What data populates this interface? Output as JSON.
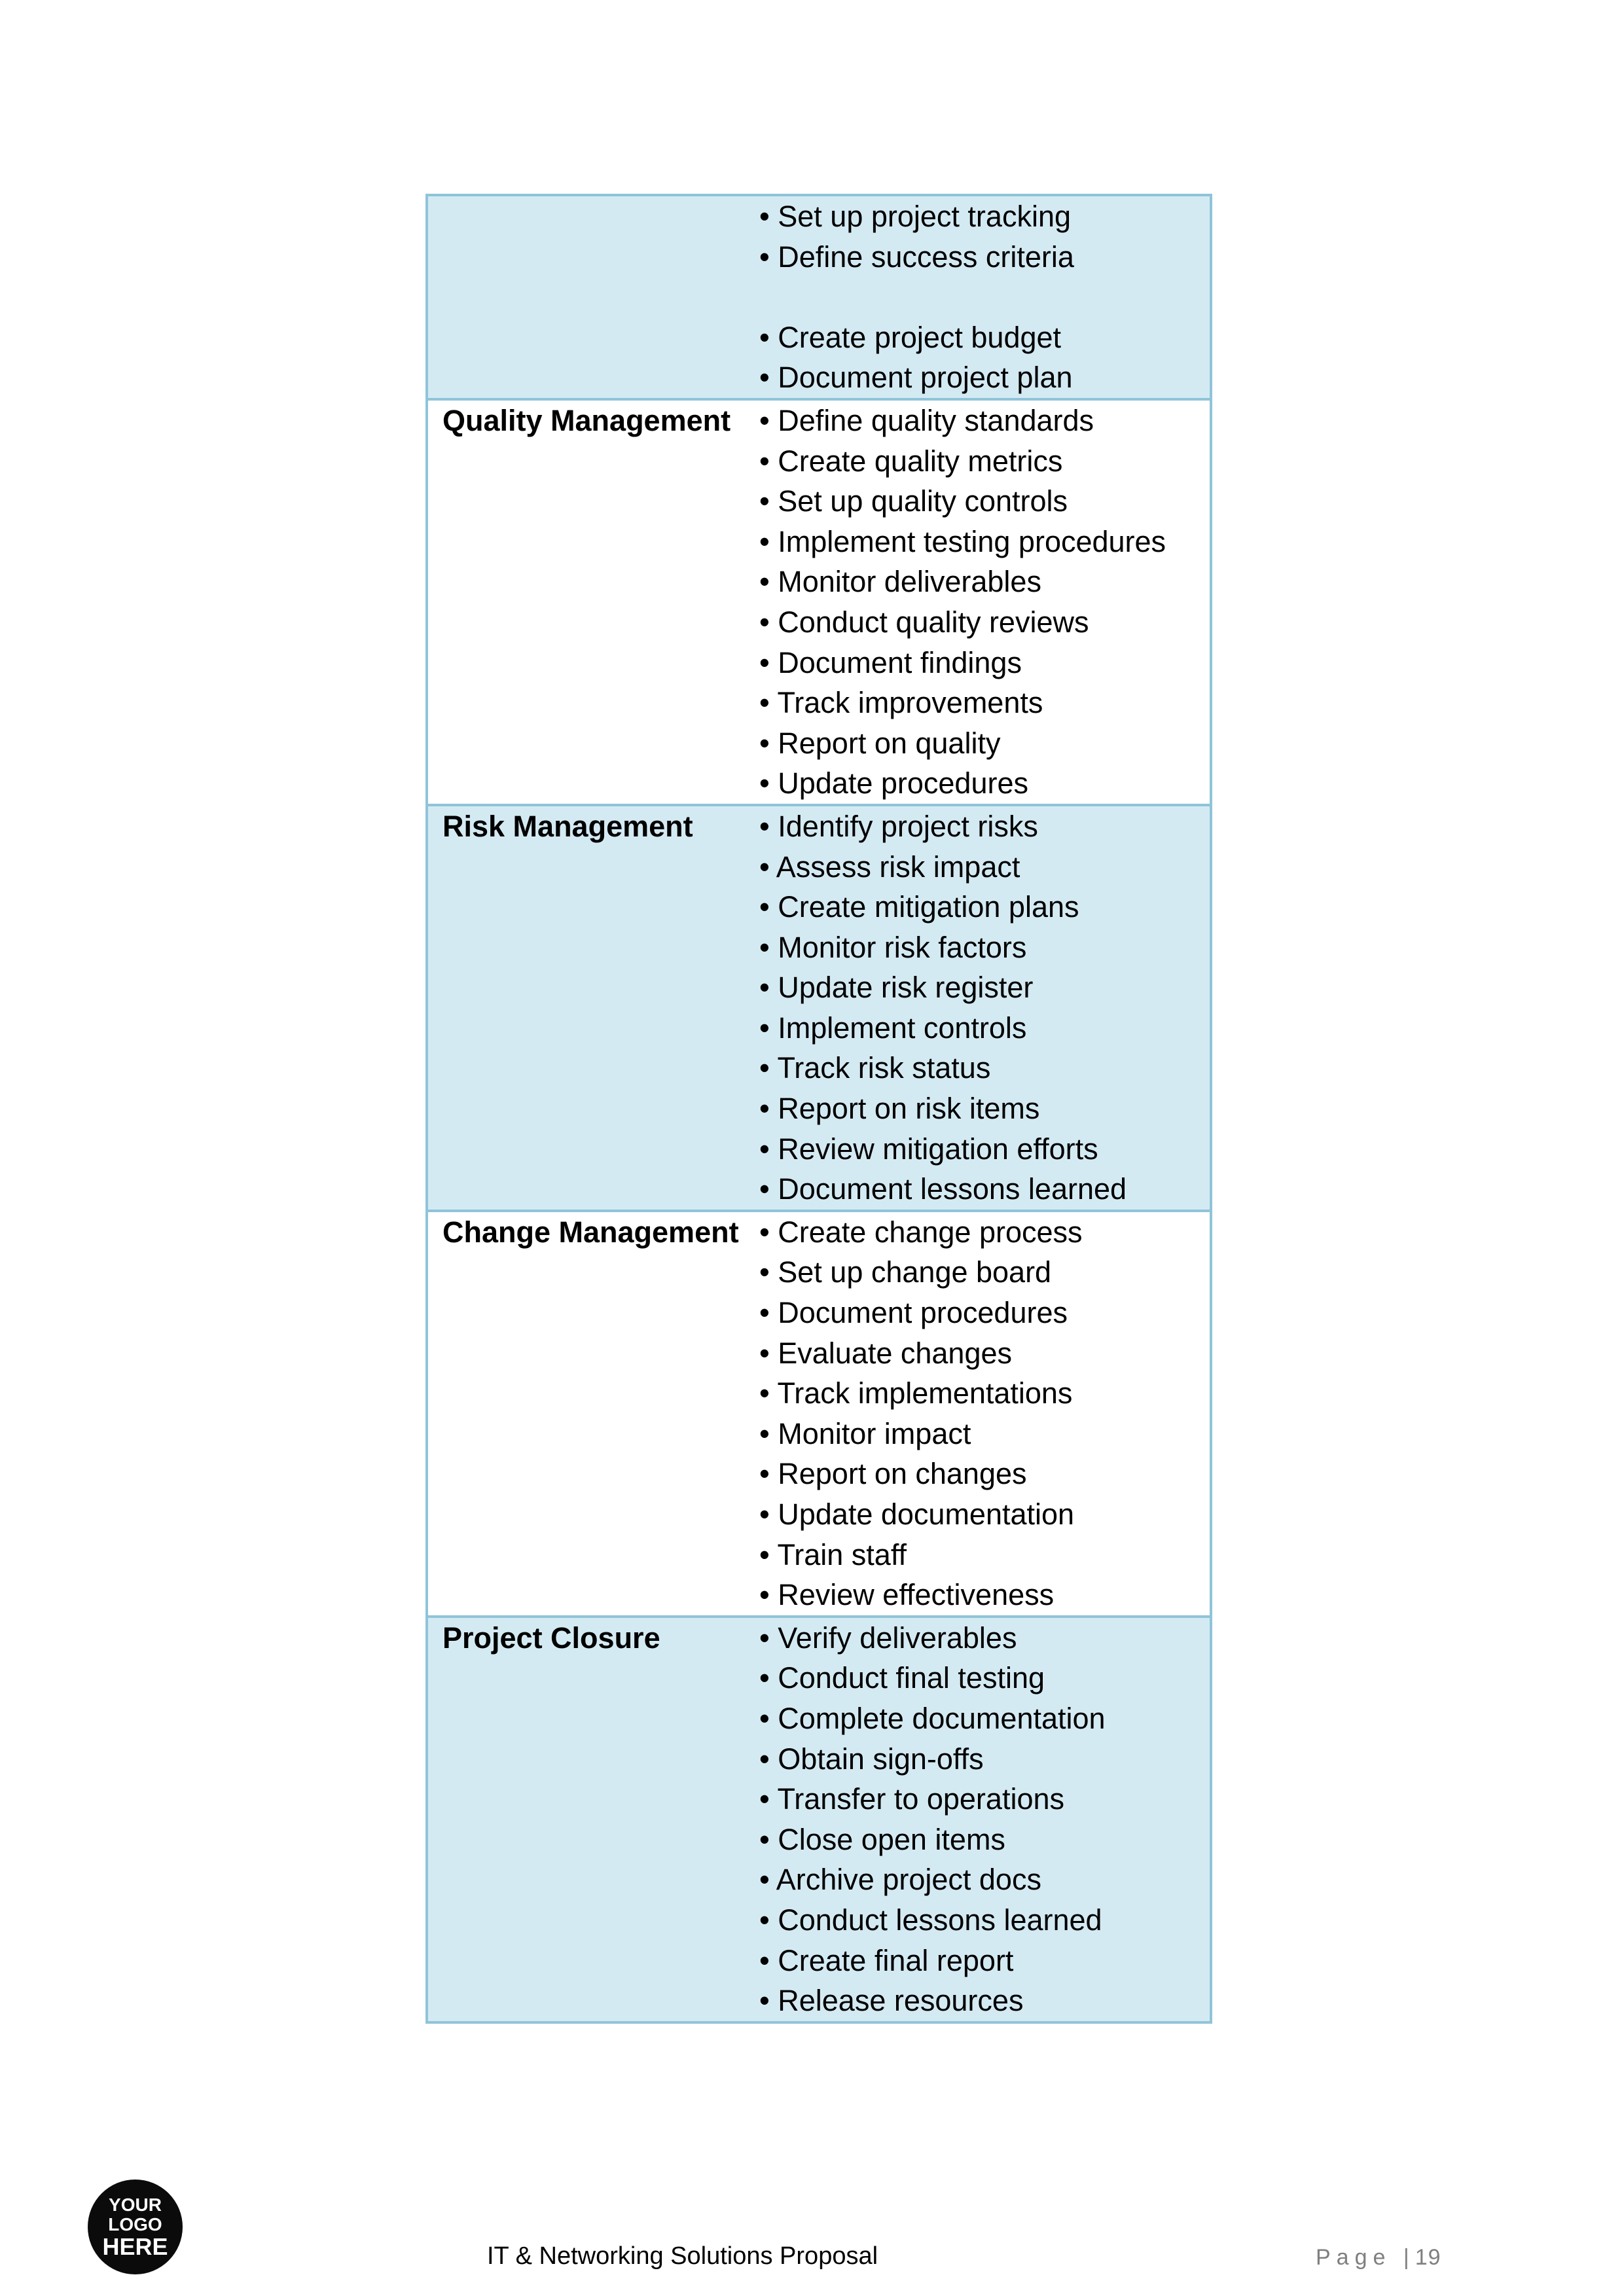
{
  "table": {
    "rows": [
      {
        "label": "",
        "shade": true,
        "items": [
          "• Set up project tracking",
          "• Define success criteria",
          "",
          "• Create project budget",
          "• Document project plan"
        ]
      },
      {
        "label": "Quality Management",
        "shade": false,
        "items": [
          "• Define quality standards",
          "• Create quality metrics",
          "• Set up quality controls",
          "• Implement testing procedures",
          "• Monitor deliverables",
          "• Conduct quality reviews",
          "• Document findings",
          "• Track improvements",
          "• Report on quality",
          "• Update procedures"
        ]
      },
      {
        "label": "Risk Management",
        "shade": true,
        "items": [
          "• Identify project risks",
          "• Assess risk impact",
          "• Create mitigation plans",
          "• Monitor risk factors",
          "• Update risk register",
          "• Implement controls",
          "• Track risk status",
          "• Report on risk items",
          "• Review mitigation efforts",
          "• Document lessons learned"
        ]
      },
      {
        "label": "Change Management",
        "shade": false,
        "items": [
          "• Create change process",
          "• Set up change board",
          "• Document procedures",
          "• Evaluate changes",
          "• Track implementations",
          "• Monitor impact",
          "• Report on changes",
          "• Update documentation",
          "• Train staff",
          "• Review effectiveness"
        ]
      },
      {
        "label": "Project Closure",
        "shade": true,
        "items": [
          "• Verify deliverables",
          "• Conduct final testing",
          "• Complete documentation",
          "• Obtain sign-offs",
          "• Transfer to operations",
          "• Close open items",
          "• Archive project docs",
          "• Conduct lessons learned",
          "• Create final report",
          "• Release resources"
        ]
      }
    ]
  },
  "footer": {
    "title": "IT & Networking Solutions Proposal",
    "page_word": "Page",
    "page_sep": "|",
    "page_number": "19",
    "logo_line1": "YOUR",
    "logo_line2": "LOGO",
    "logo_line3": "HERE"
  },
  "colors": {
    "row_shade": "#d4eaf3",
    "border": "#8fc4d9",
    "footer_gray": "#7f7f7f"
  }
}
